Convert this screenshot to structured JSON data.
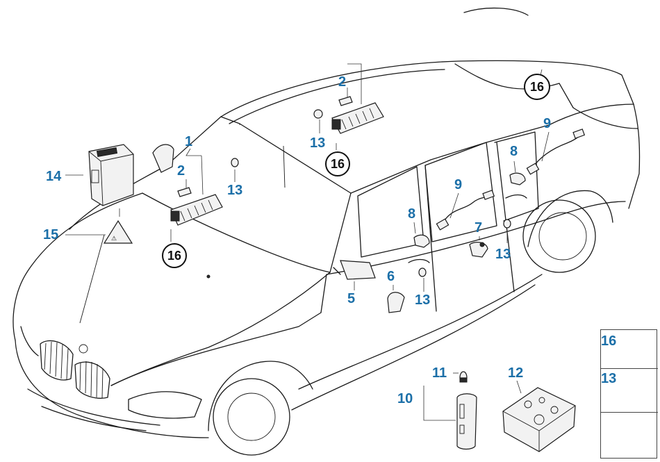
{
  "callouts": {
    "c1": "1",
    "c2a": "2",
    "c2b": "2",
    "c5": "5",
    "c6": "6",
    "c7": "7",
    "c8a": "8",
    "c8b": "8",
    "c9a": "9",
    "c9b": "9",
    "c10": "10",
    "c11": "11",
    "c12": "12",
    "c13a": "13",
    "c13b": "13",
    "c13c": "13",
    "c13d": "13",
    "c14": "14",
    "c15": "15"
  },
  "circled_labels": {
    "front": "16",
    "rear": "16",
    "left": "16"
  },
  "legend": {
    "item_16": "16",
    "item_13": "13"
  },
  "colors": {
    "callout_blue": "#1b6fa8",
    "line": "#1a1a1a"
  }
}
